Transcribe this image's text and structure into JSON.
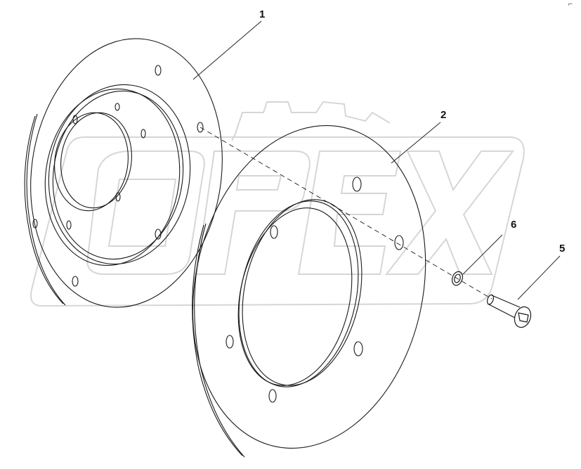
{
  "diagram": {
    "callouts": [
      {
        "id": "callout-1",
        "label": "1"
      },
      {
        "id": "callout-2",
        "label": "2"
      },
      {
        "id": "callout-5",
        "label": "5"
      },
      {
        "id": "callout-6",
        "label": "6"
      }
    ],
    "corner_mark": "⌐",
    "watermark_text": "OPEX",
    "colors": {
      "line": "#1a1a1a",
      "watermark": "#d9d9d9",
      "background": "#ffffff"
    }
  }
}
